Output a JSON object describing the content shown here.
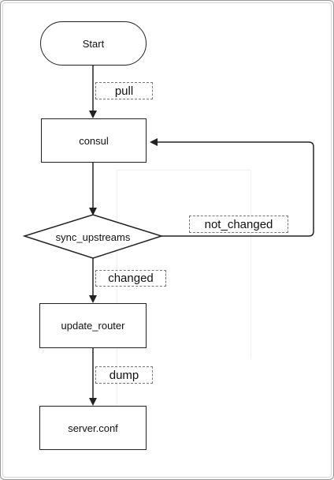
{
  "nodes": {
    "start": "Start",
    "consul": "consul",
    "sync_upstreams": "sync_upstreams",
    "update_router": "update_router",
    "server_conf": "server.conf"
  },
  "edge_labels": {
    "pull": "pull",
    "not_changed": "not_changed",
    "changed": "changed",
    "dump": "dump"
  },
  "colors": {
    "stroke": "#222222",
    "background": "#ffffff"
  }
}
